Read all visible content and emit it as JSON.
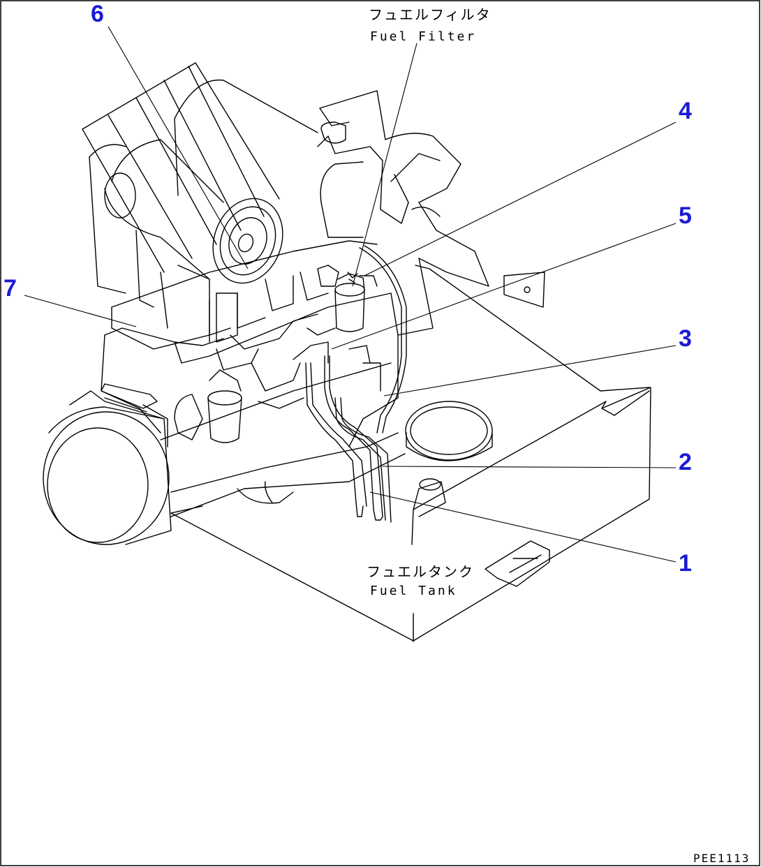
{
  "labels": {
    "fuel_filter_jp": "フュエルフィルタ",
    "fuel_filter_en": "Fuel Filter",
    "fuel_tank_jp": "フュエルタンク",
    "fuel_tank_en": "Fuel Tank"
  },
  "callouts": [
    "1",
    "2",
    "3",
    "4",
    "5",
    "6",
    "7"
  ],
  "drawing_code": "PEE1113",
  "colors": {
    "callout": "#1a1ad6",
    "line": "#000000",
    "background": "#ffffff"
  }
}
